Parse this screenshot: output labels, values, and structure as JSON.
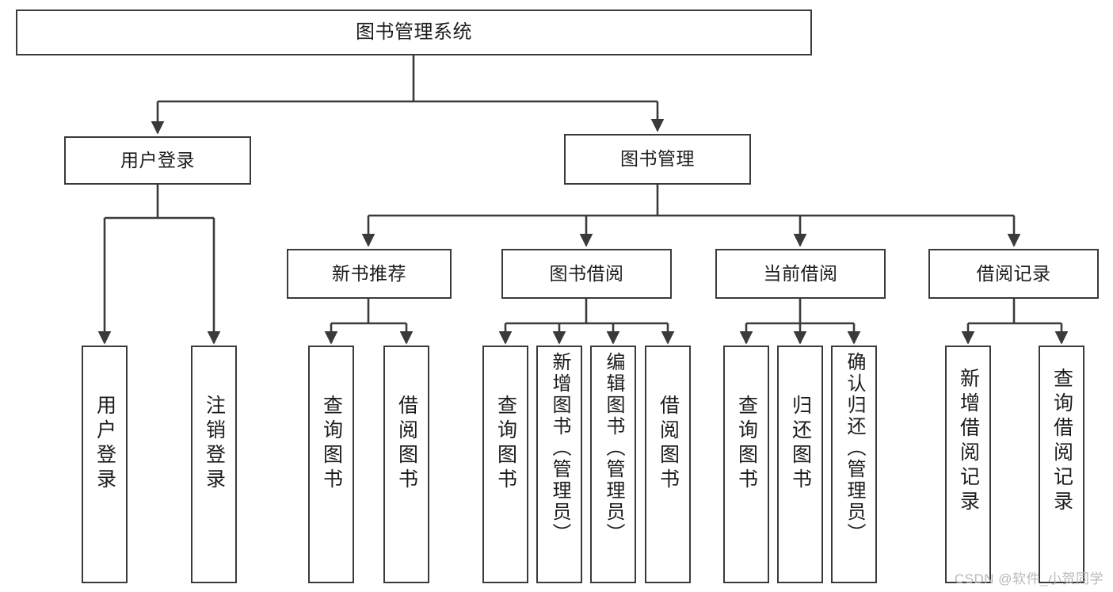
{
  "diagram": {
    "title": "图书管理系统",
    "type": "functional-structure-tree",
    "watermark": "CSDN @软件_小贺同学",
    "colors": {
      "box_border": "#3a3a3a",
      "box_fill": "#ffffff",
      "edge": "#3a3a3a",
      "text": "#1c1c1c",
      "watermark": "#b9b9b9"
    },
    "nodes": {
      "root": {
        "label": "图书管理系统"
      },
      "level2": [
        {
          "label": "用户登录"
        },
        {
          "label": "图书管理"
        }
      ],
      "level3": [
        {
          "label": "新书推荐"
        },
        {
          "label": "图书借阅"
        },
        {
          "label": "当前借阅"
        },
        {
          "label": "借阅记录"
        }
      ],
      "leaves": {
        "user_login": [
          {
            "label": "用户登录"
          },
          {
            "label": "注销登录"
          }
        ],
        "new_book_recommend": [
          {
            "label": "查询图书"
          },
          {
            "label": "借阅图书"
          }
        ],
        "book_borrow": [
          {
            "label": "查询图书"
          },
          {
            "label": "新增图书（管理员）"
          },
          {
            "label": "编辑图书（管理员）"
          },
          {
            "label": "借阅图书"
          }
        ],
        "current_borrow": [
          {
            "label": "查询图书"
          },
          {
            "label": "归还图书"
          },
          {
            "label": "确认归还（管理员）"
          }
        ],
        "borrow_record": [
          {
            "label": "新增借阅记录"
          },
          {
            "label": "查询借阅记录"
          }
        ]
      }
    }
  }
}
